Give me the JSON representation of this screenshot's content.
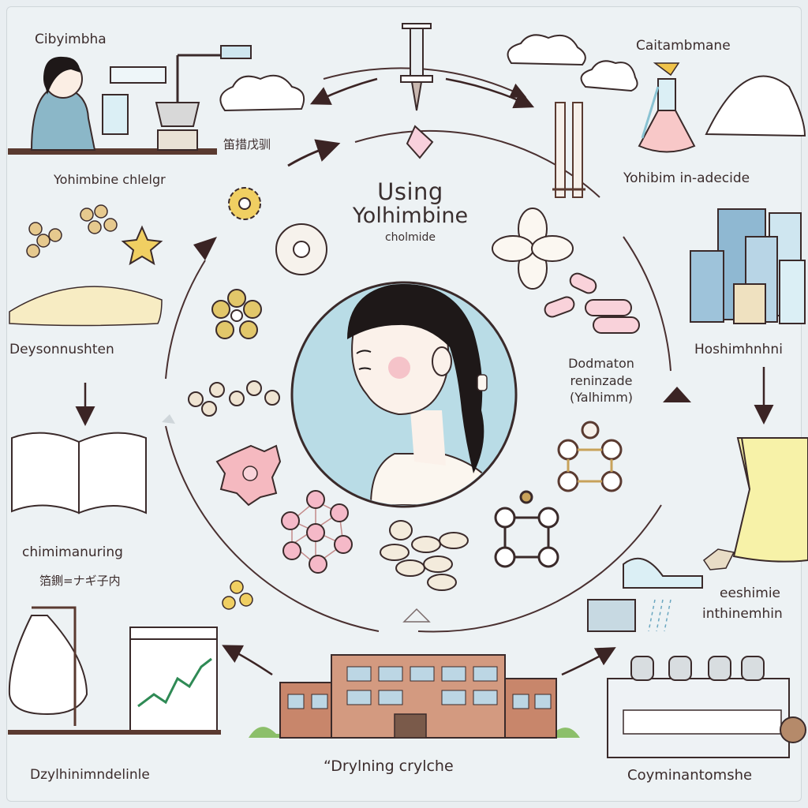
{
  "title": {
    "line1": "Using",
    "line2": "Yolhimbine",
    "line3": "cholmide"
  },
  "labels": {
    "top_left": "Cibyimbha",
    "top_left_caption": "Yohimbine chlelgr",
    "top_center_small": "笛措戊驯",
    "top_right": "Caitambmane",
    "top_right_caption": "Yohibim in-adecide",
    "left_mid": "Deysonnushten",
    "right_mid": "Hoshimhnhni",
    "left_lower": "chimimanuring",
    "left_lower_small": "箔鍘=ナギ子内",
    "center_right_1": "Dodmaton",
    "center_right_2": "reninzade",
    "center_right_3": "(Yalhimm)",
    "right_lower_1": "eeshimie",
    "right_lower_2": "inthinemhin",
    "bottom_left": "Dzylhinimndelinle",
    "bottom_center": "“Drylning crylche",
    "bottom_right": "Coyminantomshe"
  },
  "colors": {
    "background": "#edf2f4",
    "portrait_bg": "#b7dbe5",
    "pink": "#f4b8c0",
    "gold": "#e2c76a",
    "brick": "#c8866b"
  }
}
